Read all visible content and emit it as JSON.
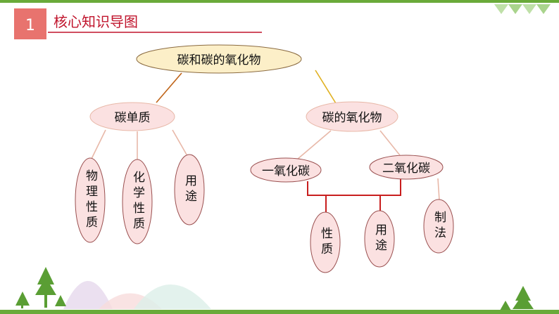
{
  "header": {
    "number": "1",
    "title": "核心知识导图"
  },
  "colors": {
    "green": "#6aaa3a",
    "title_red": "#c0142c",
    "badge": "#e8736e",
    "root_fill": "#fcefc8",
    "node_fill": "#fbe1e1"
  },
  "diagram": {
    "root": "碳和碳的氧化物",
    "left": {
      "label": "碳单质",
      "children": [
        "物理性质",
        "化学性质",
        "用途"
      ]
    },
    "right": {
      "label": "碳的氧化物",
      "co": "一氧化碳",
      "co2": "二氧化碳",
      "shared_children": [
        "性质",
        "用途"
      ],
      "co2_only": "制法"
    }
  }
}
